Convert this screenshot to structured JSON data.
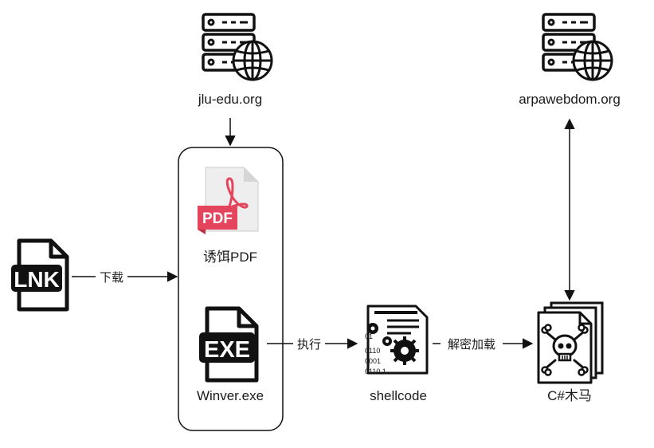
{
  "nodes": {
    "server_left": {
      "label": "jlu-edu.org",
      "icon": "server-globe-icon"
    },
    "server_right": {
      "label": "arpawebdom.org",
      "icon": "server-globe-icon"
    },
    "pdf": {
      "label": "诱饵PDF",
      "icon": "pdf-file-icon",
      "badge": "PDF"
    },
    "lnk": {
      "icon": "lnk-file-icon",
      "badge": "LNK"
    },
    "exe": {
      "label": "Winver.exe",
      "icon": "exe-file-icon",
      "badge": "EXE"
    },
    "shellcode": {
      "label": "shellcode",
      "icon": "shellcode-icon",
      "binary": [
        "01",
        "0110",
        "0001",
        "0110 1"
      ]
    },
    "trojan": {
      "label": "C#木马",
      "icon": "skull-files-icon"
    }
  },
  "edges": {
    "download": "下载",
    "execute": "执行",
    "decrypt_load": "解密加载"
  },
  "colors": {
    "pdf_red": "#e5455c",
    "pdf_dark_red": "#b73347",
    "stroke": "#111111"
  }
}
